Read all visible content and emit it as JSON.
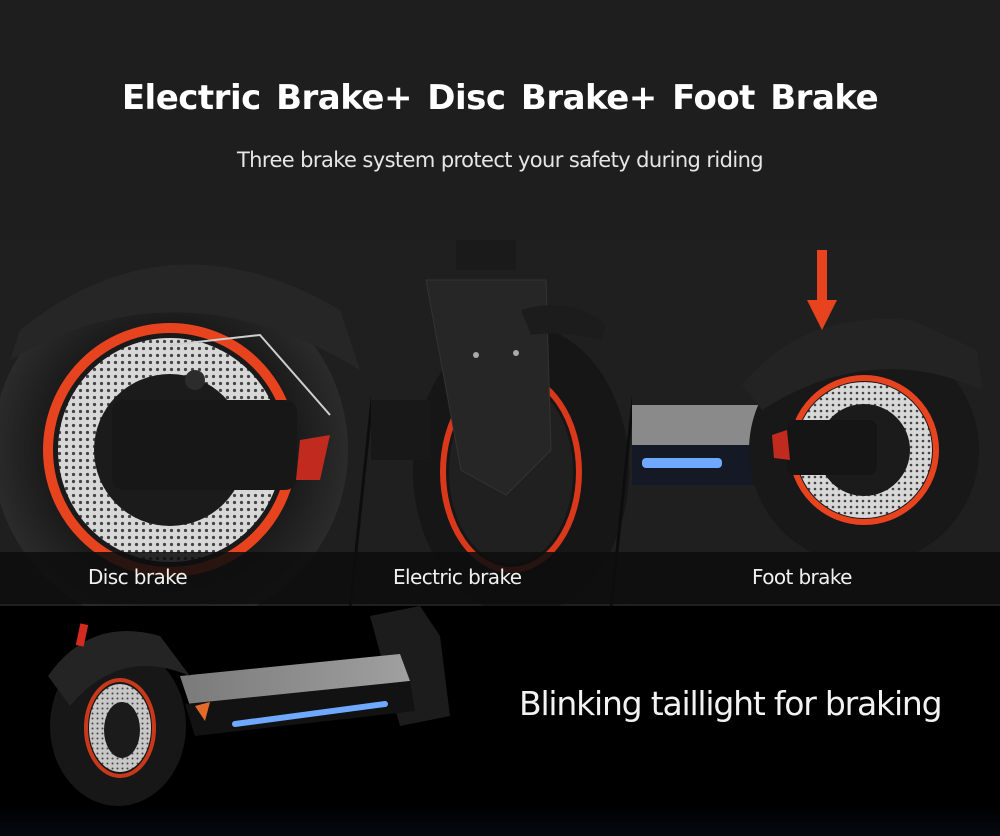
{
  "header": {
    "title": "Electric Brake+  Disc Brake+  Foot Brake",
    "subtitle": "Three brake system protect your safety during riding"
  },
  "panels": [
    {
      "caption": "Disc brake",
      "icon": "disc-brake-wheel-photo"
    },
    {
      "caption": "Electric brake",
      "icon": "electric-brake-front-wheel-photo"
    },
    {
      "caption": "Foot brake",
      "icon": "foot-brake-rear-fender-photo"
    }
  ],
  "arrow": {
    "icon": "down-arrow-icon",
    "color": "#e8431f"
  },
  "bottom": {
    "caption": "Blinking taillight for braking",
    "icon": "scooter-taillight-photo"
  },
  "colors": {
    "background": "#1e1e1e",
    "accent_red": "#e8431f",
    "led_blue": "#6fa8ff",
    "caption_bar": "#0e0e0e"
  }
}
